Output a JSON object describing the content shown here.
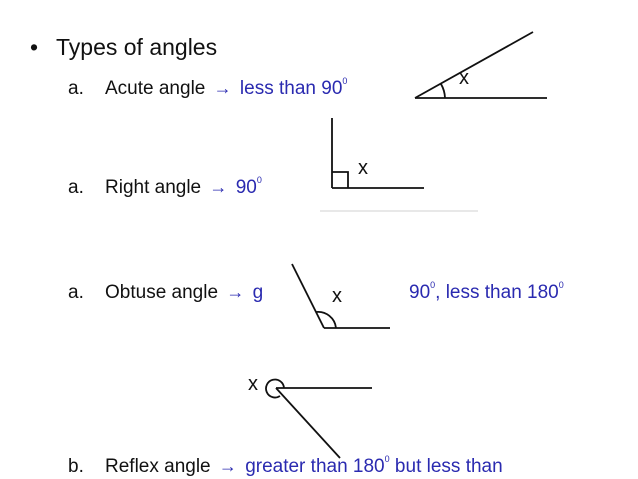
{
  "heading": {
    "bullet": "•",
    "text": "Types of angles"
  },
  "arrow_glyph": "→",
  "degree_mark": "0",
  "items": [
    {
      "marker": "a.",
      "name": "Acute angle",
      "rule": "less than 90",
      "rule_tail": ""
    },
    {
      "marker": "a.",
      "name": "Right angle",
      "rule": "90",
      "rule_tail": ""
    },
    {
      "marker": "a.",
      "name": "Obtuse angle",
      "rule": "g",
      "rule_mid": "90",
      "rule_tail": ", less than 180"
    },
    {
      "marker": "b.",
      "name": "Reflex angle",
      "rule": "greater than 180",
      "rule_tail": " but less than"
    }
  ],
  "figures": {
    "acute": {
      "angle_mark": "x"
    },
    "right": {
      "angle_mark": "x"
    },
    "obtuse": {
      "angle_mark": "x"
    },
    "reflex": {
      "angle_mark": "x"
    }
  },
  "colors": {
    "text": "#111111",
    "accent": "#2a2ab0"
  }
}
